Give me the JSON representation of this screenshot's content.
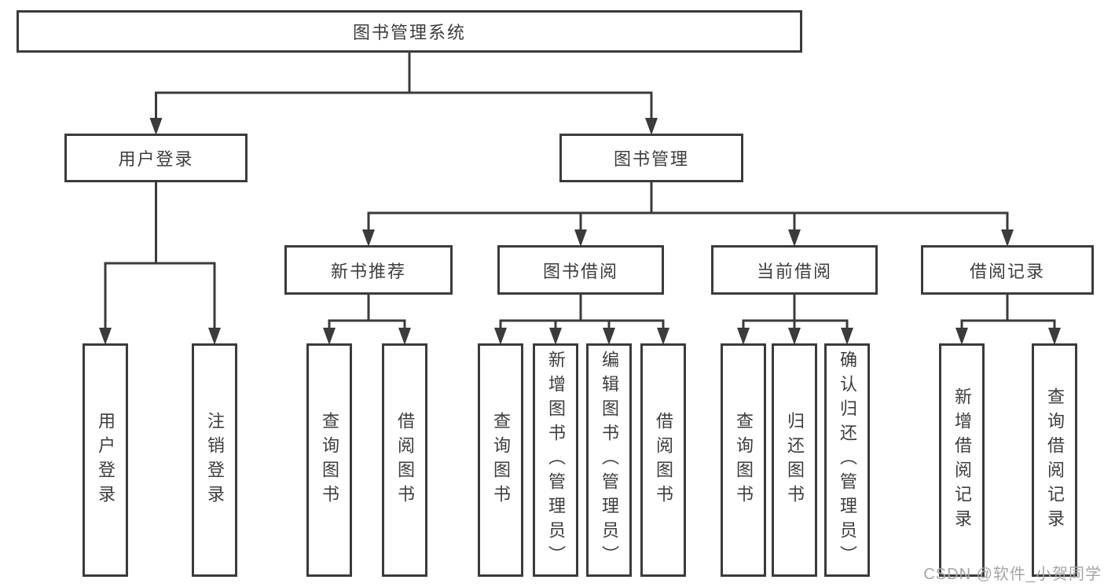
{
  "diagram": {
    "title": "图书管理系统",
    "nodes": [
      {
        "id": "root",
        "label": "图书管理系统"
      },
      {
        "id": "user-login",
        "label": "用户登录"
      },
      {
        "id": "book-management",
        "label": "图书管理"
      },
      {
        "id": "new-book-recommend",
        "label": "新书推荐"
      },
      {
        "id": "book-borrowing",
        "label": "图书借阅"
      },
      {
        "id": "current-borrowing",
        "label": "当前借阅"
      },
      {
        "id": "borrowing-records",
        "label": "借阅记录"
      },
      {
        "id": "user-login-action",
        "label": "用户登录"
      },
      {
        "id": "logout",
        "label": "注销登录"
      },
      {
        "id": "query-books-recommend",
        "label": "查询图书"
      },
      {
        "id": "borrow-books-recommend",
        "label": "借阅图书"
      },
      {
        "id": "query-books-borrowing",
        "label": "查询图书"
      },
      {
        "id": "add-books-admin",
        "label": "新增图书（管理员）"
      },
      {
        "id": "edit-books-admin",
        "label": "编辑图书（管理员）"
      },
      {
        "id": "borrow-books",
        "label": "借阅图书"
      },
      {
        "id": "query-books-current",
        "label": "查询图书"
      },
      {
        "id": "return-books",
        "label": "归还图书"
      },
      {
        "id": "confirm-return-admin",
        "label": "确认归还（管理员）"
      },
      {
        "id": "add-borrow-record",
        "label": "新增借阅记录"
      },
      {
        "id": "query-borrow-record",
        "label": "查询借阅记录"
      }
    ],
    "hierarchy": [
      {
        "parent": "root",
        "children": [
          "user-login",
          "book-management"
        ]
      },
      {
        "parent": "user-login",
        "children": [
          "user-login-action",
          "logout"
        ]
      },
      {
        "parent": "book-management",
        "children": [
          "new-book-recommend",
          "book-borrowing",
          "current-borrowing",
          "borrowing-records"
        ]
      },
      {
        "parent": "new-book-recommend",
        "children": [
          "query-books-recommend",
          "borrow-books-recommend"
        ]
      },
      {
        "parent": "book-borrowing",
        "children": [
          "query-books-borrowing",
          "add-books-admin",
          "edit-books-admin",
          "borrow-books"
        ]
      },
      {
        "parent": "current-borrowing",
        "children": [
          "query-books-current",
          "return-books",
          "confirm-return-admin"
        ]
      },
      {
        "parent": "borrowing-records",
        "children": [
          "add-borrow-record",
          "query-borrow-record"
        ]
      }
    ],
    "watermark": "CSDN @软件_小贺同学",
    "colors": {
      "line": "#3b3b3b",
      "text": "#3d3d3d",
      "watermark": "#a5a5a5",
      "background": "#ffffff"
    }
  }
}
